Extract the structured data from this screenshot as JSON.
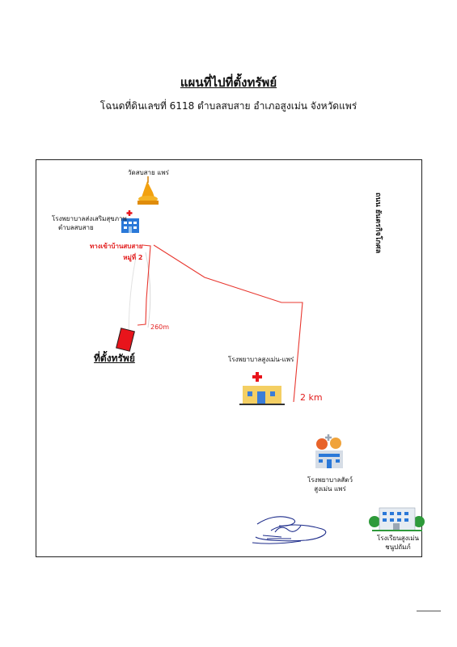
{
  "title": "แผนที่ไปที่ตั้งทรัพย์",
  "subtitle": "โฉนดที่ดินเลขที่ 6118 ตำบลสบสาย อำเภอสูงเม่น จังหวัดแพร่",
  "map": {
    "temple": "วัดสบสาย แพร่",
    "health_center": "โรงพยาบาลส่งเสริมสุขภาพ",
    "health_center_sub": "ตำบลสบสาย",
    "lane_line1": "ทางเข้าบ้านสบสาย",
    "lane_line2": "หมู่ที่ 2",
    "distance_short": "260m",
    "property": "ที่ตั้งทรัพย์",
    "hospital": "โรงพยาบาลสูงเม่น-แพร่",
    "distance_long": "2 km",
    "vet_line1": "โรงพยาบาลสัตว์",
    "vet_line2": "สูงเม่น แพร่",
    "school_line1": "โรงเรียนสูงเม่น",
    "school_line2": "ชนูปถัมภ์",
    "road_name": "ถนน ยันตรกิจโกศล"
  },
  "colors": {
    "route": "#e8372f",
    "marker": "#e8141b",
    "signature_ink": "#1c2b8a"
  }
}
